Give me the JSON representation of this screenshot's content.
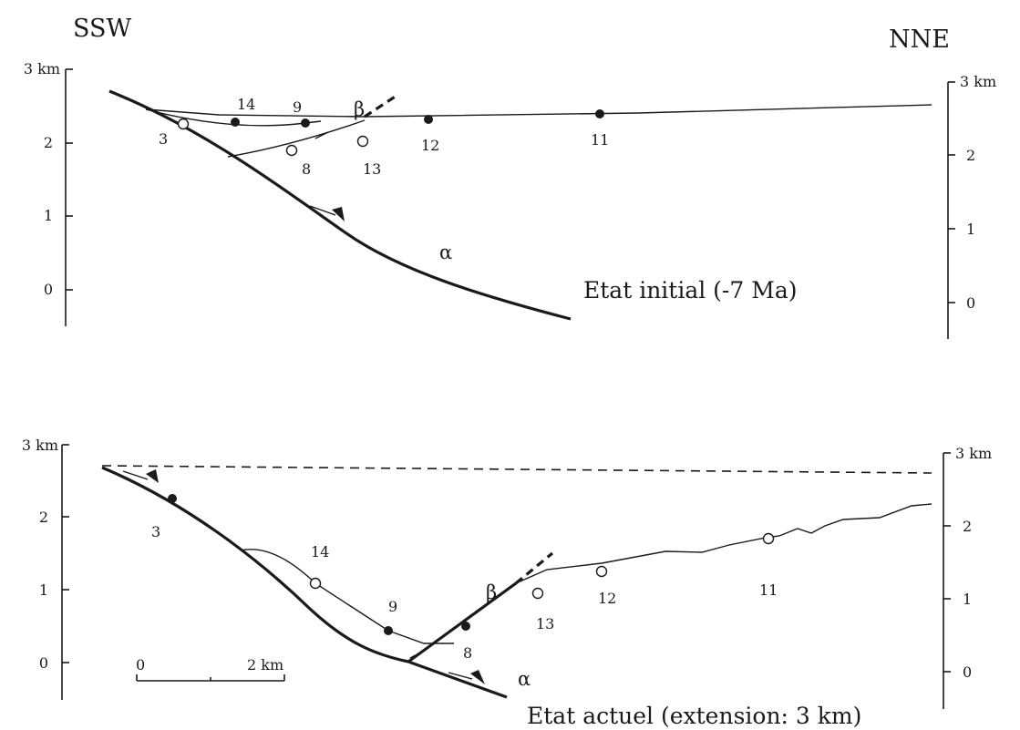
{
  "orientation": {
    "left": "SSW",
    "right": "NNE"
  },
  "panels": {
    "top": {
      "title": "Etat initial (-7 Ma)",
      "left_axis_ticks": [
        "3 km",
        "2",
        "1",
        "0"
      ],
      "right_axis_ticks": [
        "3 km",
        "2",
        "1",
        "0"
      ],
      "faults": {
        "alpha": "α",
        "beta": "β"
      },
      "points": [
        {
          "id": "3",
          "fill": "open"
        },
        {
          "id": "14",
          "fill": "solid"
        },
        {
          "id": "9",
          "fill": "solid"
        },
        {
          "id": "12",
          "fill": "solid"
        },
        {
          "id": "11",
          "fill": "solid"
        },
        {
          "id": "8",
          "fill": "open"
        },
        {
          "id": "13",
          "fill": "open"
        }
      ]
    },
    "bottom": {
      "title": "Etat actuel (extension: 3 km)",
      "left_axis_ticks": [
        "3 km",
        "2",
        "1",
        "0"
      ],
      "right_axis_ticks": [
        "3 km",
        "2",
        "1",
        "0"
      ],
      "faults": {
        "alpha": "α",
        "beta": "β"
      },
      "scale_bar": {
        "start": "0",
        "end": "2 km"
      },
      "points": [
        {
          "id": "3",
          "fill": "solid"
        },
        {
          "id": "14",
          "fill": "open"
        },
        {
          "id": "9",
          "fill": "solid"
        },
        {
          "id": "8",
          "fill": "solid"
        },
        {
          "id": "13",
          "fill": "open"
        },
        {
          "id": "12",
          "fill": "open"
        },
        {
          "id": "11",
          "fill": "open"
        }
      ]
    }
  },
  "colors": {
    "ink": "#1a1a1a",
    "background": "#ffffff"
  }
}
